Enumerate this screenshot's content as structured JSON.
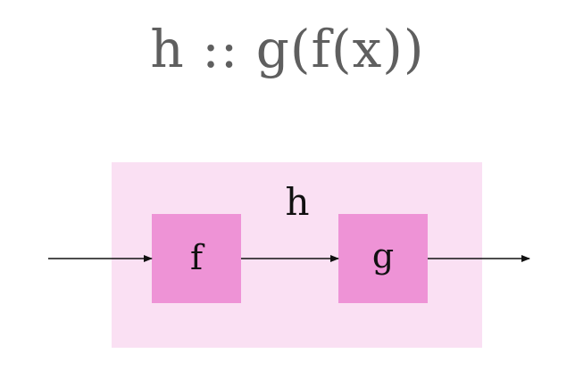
{
  "title": "h :: g(f(x))",
  "diagram": {
    "outer_box": {
      "label": "h",
      "color": "#fae0f3"
    },
    "inner_boxes": [
      {
        "label": "f",
        "color": "#ee93d6"
      },
      {
        "label": "g",
        "color": "#ee93d6"
      }
    ],
    "arrow_color": "#111111"
  }
}
